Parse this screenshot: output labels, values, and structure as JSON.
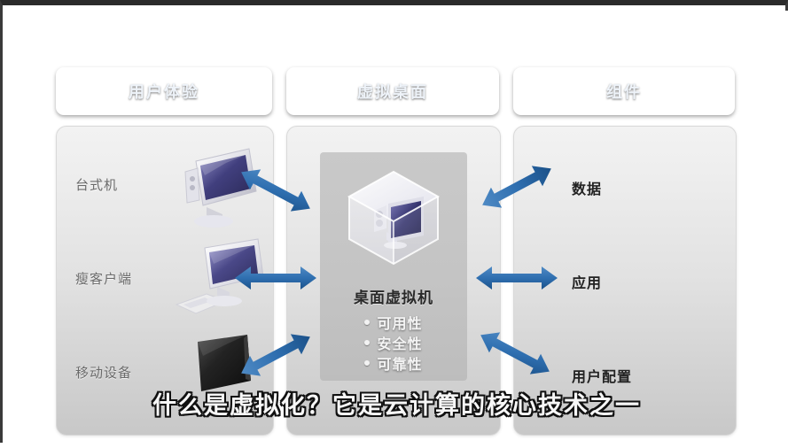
{
  "slide": {
    "headers": [
      {
        "id": "user-experience",
        "label": "用户体验"
      },
      {
        "id": "virtual-desktop",
        "label": "虚拟桌面"
      },
      {
        "id": "components",
        "label": "组件"
      }
    ],
    "left_column": [
      {
        "id": "desktop",
        "label": "台式机",
        "icon": "desktop-monitor-icon"
      },
      {
        "id": "thin-client",
        "label": "瘦客户端",
        "icon": "thin-client-monitor-icon"
      },
      {
        "id": "mobile-device",
        "label": "移动设备",
        "icon": "tablet-device-icon"
      }
    ],
    "center": {
      "icon": "glass-cube-virtual-machine-icon",
      "title": "桌面虚拟机",
      "bullets": [
        "可用性",
        "安全性",
        "可靠性"
      ]
    },
    "right_column": [
      {
        "id": "data",
        "label": "数据"
      },
      {
        "id": "application",
        "label": "应用"
      },
      {
        "id": "user-profile",
        "label": "用户配置"
      }
    ],
    "arrows": [
      {
        "id": "left-top",
        "icon": "double-arrow-diagonal-icon",
        "direction": "up-left-down-right"
      },
      {
        "id": "left-middle",
        "icon": "double-arrow-horizontal-icon",
        "direction": "left-right"
      },
      {
        "id": "left-bottom",
        "icon": "double-arrow-diagonal-icon",
        "direction": "up-right-down-left"
      },
      {
        "id": "right-top",
        "icon": "double-arrow-diagonal-icon",
        "direction": "up-right-down-left"
      },
      {
        "id": "right-middle",
        "icon": "double-arrow-horizontal-icon",
        "direction": "left-right"
      },
      {
        "id": "right-bottom",
        "icon": "double-arrow-diagonal-icon",
        "direction": "up-left-down-right"
      }
    ],
    "caption": "什么是虚拟化？它是云计算的核心技术之一",
    "colors": {
      "header_top": "#53769f",
      "header_bottom": "#17365d",
      "panel_top": "#f2f2f2",
      "panel_bottom": "#c8c8c8",
      "arrow_blue": "#2f6fb0",
      "arrow_blue_dark": "#1e5590",
      "caption_fill": "#f7f7f7",
      "caption_outline": "#111111"
    }
  }
}
